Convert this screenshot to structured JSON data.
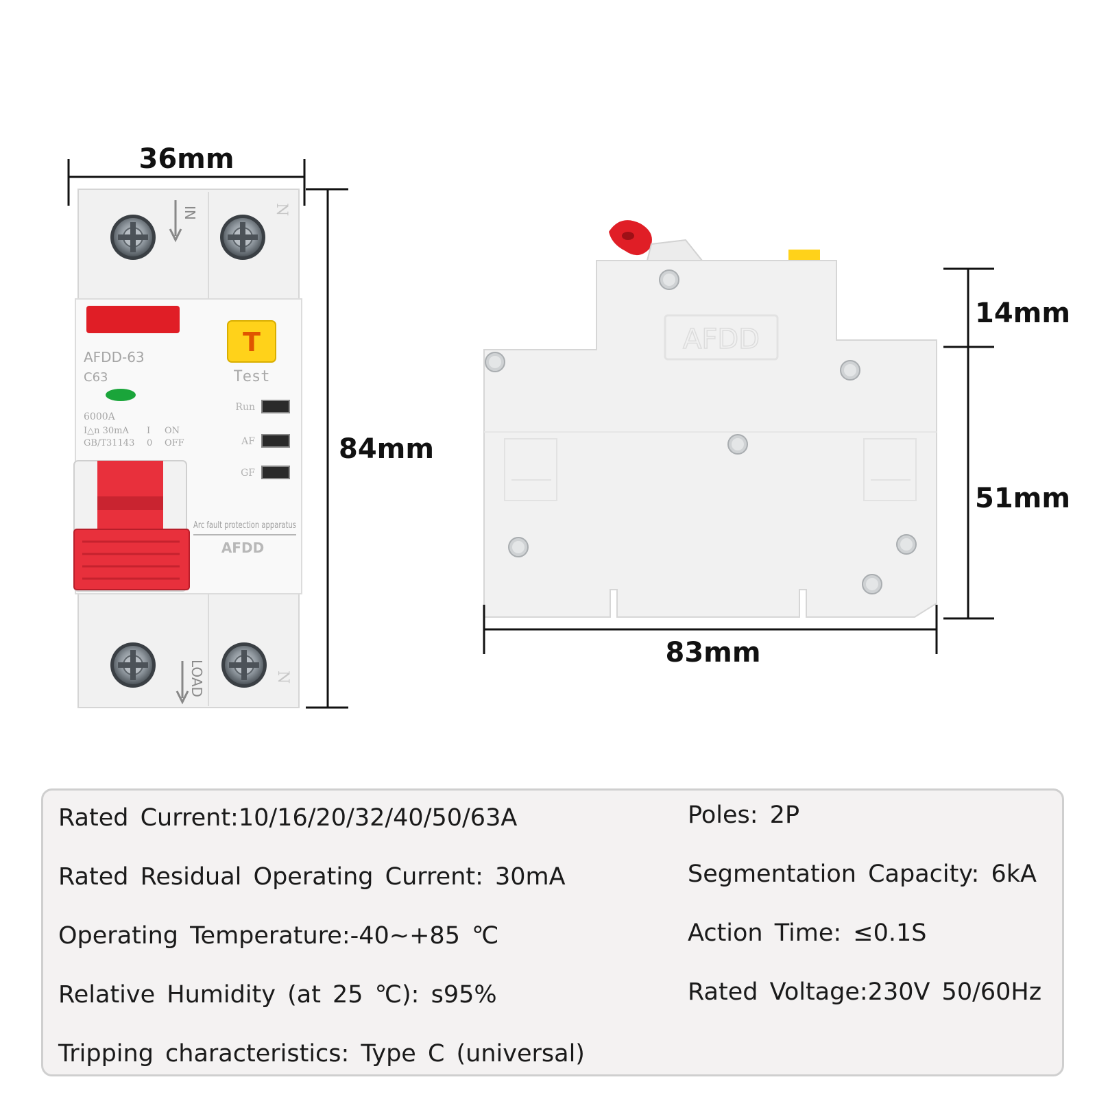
{
  "dimensions": {
    "front_width": "36mm",
    "front_height": "84mm",
    "side_top_height": "14mm",
    "side_body_height": "51mm",
    "side_width": "83mm"
  },
  "front_panel": {
    "model": "AFDD-63",
    "curve": "C63",
    "test_button_glyph": "T",
    "test_label": "Test",
    "breaking_capacity": "6000A",
    "residual_rating": "I△n 30mA",
    "standard": "GB/T31143",
    "on_mark": "I",
    "on_label": "ON",
    "off_mark": "0",
    "off_label": "OFF",
    "indicator_run": "Run",
    "indicator_af": "AF",
    "indicator_gf": "GF",
    "product_description": "Arc fault protection apparatus",
    "brand": "AFDD",
    "terminal_in": "IN",
    "terminal_load": "LOAD",
    "neutral_mark": "N",
    "colors": {
      "handle": "#e8303c",
      "flag": "#e01e26",
      "test_button": "#ffd21a",
      "led": "#1aa53a"
    }
  },
  "side_panel": {
    "embossed_label": "AFDD"
  },
  "specifications": {
    "left": [
      "Rated Current:10/16/20/32/40/50/63A",
      "Rated Residual Operating Current: 30mA",
      "Operating Temperature:-40~+85 ℃",
      "Relative Humidity (at 25 ℃): s95%",
      "Tripping characteristics: Type C (universal)"
    ],
    "right": [
      "Poles: 2P",
      "Segmentation Capacity: 6kA",
      "Action Time: ≤0.1S",
      "Rated Voltage:230V 50/60Hz"
    ]
  }
}
